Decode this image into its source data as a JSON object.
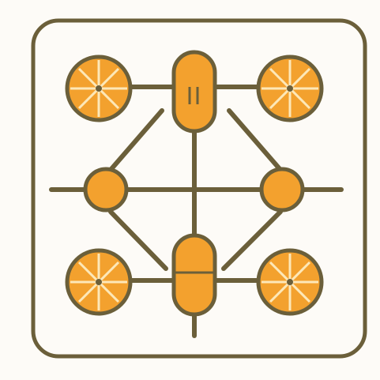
{
  "icon": {
    "name": "drone-quadcopter-icon",
    "colors": {
      "background": "#fdfbf7",
      "frame_stroke": "#6b5f3a",
      "line": "#6b5f3a",
      "fill": "#f3a12e",
      "rotor_spokes": "#fde8b8",
      "rotor_spokes_dark": "#6b5f3a"
    },
    "rotors": [
      {
        "name": "rotor-top-left"
      },
      {
        "name": "rotor-top-right"
      },
      {
        "name": "rotor-bottom-left"
      },
      {
        "name": "rotor-bottom-right"
      }
    ],
    "nodes": [
      {
        "name": "joint-left"
      },
      {
        "name": "joint-right"
      }
    ],
    "bodies": [
      {
        "name": "body-top"
      },
      {
        "name": "body-bottom"
      }
    ]
  }
}
